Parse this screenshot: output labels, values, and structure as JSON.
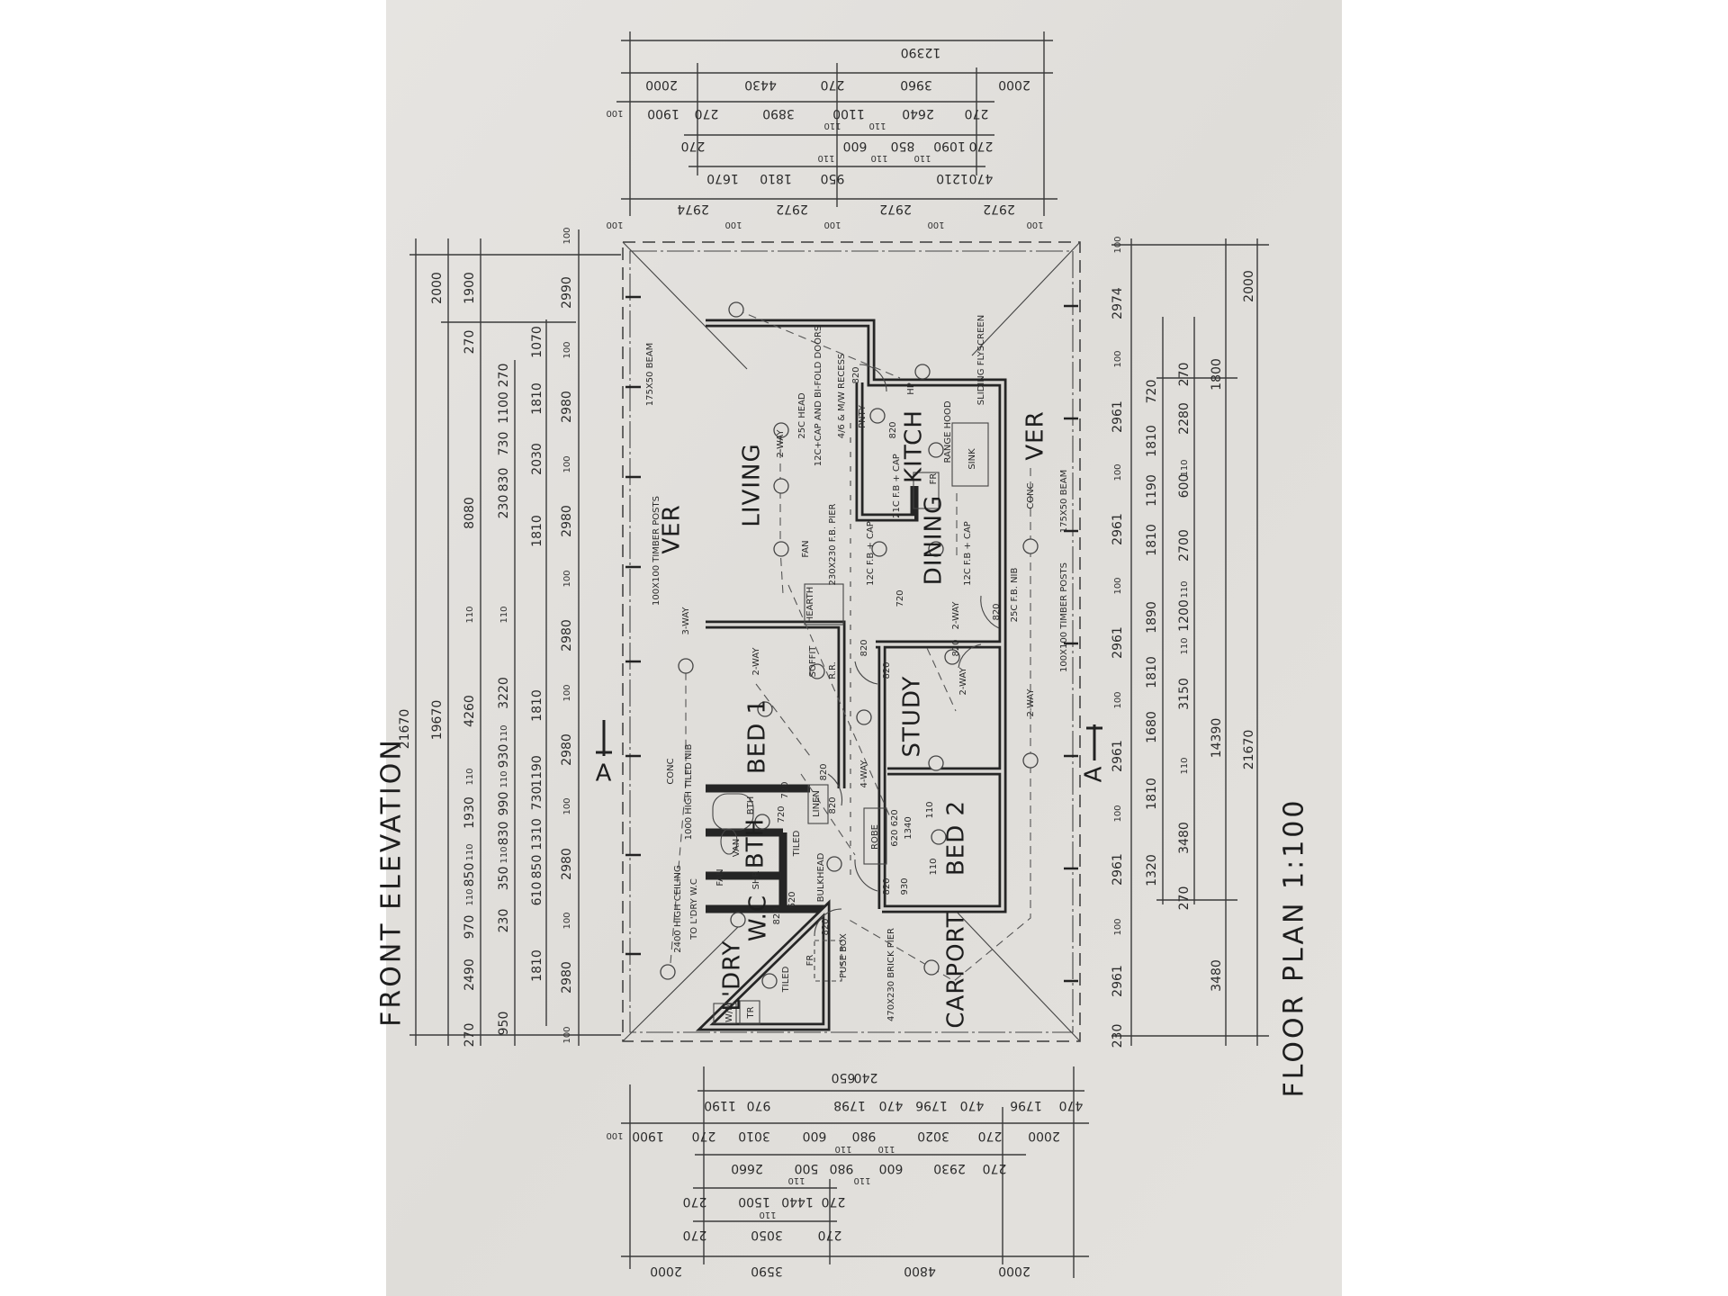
{
  "title": "FLOOR PLAN 1:100",
  "adjacent_title": "FRONT ELEVATION",
  "section_markers": {
    "left": "A",
    "right": "A"
  },
  "rooms": {
    "living": "LIVING",
    "bed1": "BED 1",
    "bed2": "BED 2",
    "study": "STUDY",
    "dining": "DINING",
    "kitchen": "KITCH",
    "bath": "BTH",
    "wc": "W.C",
    "laundry": "L'DRY",
    "carport": "CARPORT",
    "verandah_left": "VER",
    "verandah_right": "VER"
  },
  "notes": {
    "beam_left": "175X50 BEAM",
    "posts_left": "100X100 TIMBER POSTS",
    "beam_right": "175X50 BEAM",
    "posts_right": "100X100 TIMBER POSTS",
    "conc_left": "CONC",
    "conc_right": "CONC",
    "tiled_nib": "1000 HIGH TILED NIB",
    "ceiling_note": "2400 HIGH CEILING",
    "ceiling_note2": "TO L'DRY W.C",
    "three_way": "3-WAY",
    "two_way_living": "2-WAY",
    "two_way_bed1": "2-WAY",
    "two_way_dining": "2-WAY",
    "two_way_study": "2-WAY",
    "two_way_ver": "2-WAY",
    "four_way": "4-WAY",
    "head_note": "25C HEAD",
    "bifold_note": "12C+CAP AND BI-FOLD DOORS",
    "recess_note": "4/6 & M/W RECESS",
    "pantry": "PNTY",
    "hp": "HP",
    "range_hood": "RANGE HOOD",
    "sink": "SINK",
    "fridge": "FR",
    "flyscreen": "SLIDING FLYSCREEN",
    "fan_living": "FAN",
    "pier": "230X230 F.B. PIER",
    "fb_cap_1": "12C F.B + CAP",
    "fb_cap_2": "21C F.B + CAP",
    "fb_cap_3": "12C F.B + CAP",
    "fb_nib": "25C F.B. NIB",
    "hearth": "HEARTH",
    "soffit": "SOFFIT",
    "rr": "R.R.",
    "bth_tub": "BTH",
    "van": "VAN",
    "shr": "SHR",
    "fan_bath": "FAN",
    "tiled_1": "TILED",
    "tiled_2": "TILED",
    "linen": "LINEN",
    "bulkhead": "BULKHEAD",
    "robe": "ROBE",
    "fridge_ldry": "FR",
    "fuse_box": "FUSE BOX",
    "brick_pier": "470X230 BRICK PIER",
    "wm": "W/M",
    "tr": "TR",
    "d820_a": "820",
    "d820_b": "820",
    "d820_c": "820",
    "d820_d": "820",
    "d820_e": "820",
    "d820_f": "820",
    "d820_g": "820",
    "d820_h": "820",
    "d820_i": "820",
    "d820_j": "820",
    "d820_k": "820",
    "d720_a": "720",
    "d720_b": "720",
    "d720_c": "720",
    "d620_a": "620",
    "d620_b": "620 620",
    "robe_1340": "1340",
    "robe_930": "930",
    "robe_110a": "110",
    "robe_110b": "110"
  },
  "dimensions": {
    "top": [
      [
        "12390"
      ],
      [
        "2000",
        "4430",
        "270",
        "3960",
        "2000"
      ],
      [
        "100",
        "1900",
        "270",
        "3890",
        "1100",
        "2640",
        "270"
      ],
      [
        "110",
        "110"
      ],
      [
        "270",
        "600",
        "850",
        "1090",
        "270"
      ],
      [
        "110",
        "110",
        "110"
      ],
      [
        "1670",
        "1810",
        "950",
        "1210",
        "470"
      ],
      [
        "2974",
        "2972",
        "2972",
        "2972"
      ],
      [
        "100",
        "100",
        "100",
        "100",
        "100"
      ]
    ],
    "bottom": [
      [
        "650",
        "240"
      ],
      [
        "1190",
        "970",
        "1798",
        "470",
        "1796",
        "470",
        "1796",
        "470"
      ],
      [
        "100",
        "1900",
        "270",
        "3010",
        "600",
        "980",
        "3020",
        "270",
        "2000"
      ],
      [
        "110",
        "110"
      ],
      [
        "2660",
        "500",
        "980",
        "600",
        "2930",
        "270"
      ],
      [
        "110",
        "110"
      ],
      [
        "270",
        "1500",
        "1440",
        "270"
      ],
      [
        "110"
      ],
      [
        "270",
        "3050",
        "270"
      ],
      [
        "2000",
        "3590",
        "4800",
        "2000"
      ]
    ],
    "left": [
      [
        "21670"
      ],
      [
        "2000",
        "19670"
      ],
      [
        "1900",
        "270",
        "8080",
        "110",
        "4260",
        "110",
        "1930",
        "110",
        "850",
        "110",
        "970",
        "2490",
        "270"
      ],
      [
        "270",
        "1100",
        "730",
        "830",
        "230",
        "110",
        "3220",
        "110",
        "930",
        "110",
        "990",
        "830",
        "110",
        "350",
        "230",
        "950"
      ],
      [
        "1070",
        "1810",
        "2030",
        "1810",
        "1810",
        "1190",
        "730",
        "1310",
        "850",
        "610",
        "1810"
      ],
      [
        "100",
        "2990",
        "100",
        "2980",
        "100",
        "2980",
        "100",
        "2980",
        "100",
        "2980",
        "100",
        "2980",
        "100",
        "2980",
        "100"
      ]
    ],
    "right": [
      [
        "100",
        "2974",
        "100",
        "2961",
        "100",
        "2961",
        "100",
        "2961",
        "100",
        "2961",
        "100",
        "2961",
        "100",
        "2961",
        "230"
      ],
      [
        "720",
        "1810",
        "1190",
        "1810",
        "1890",
        "1810",
        "1680",
        "1810",
        "1320"
      ],
      [
        "270",
        "2280",
        "110",
        "600",
        "2700",
        "110",
        "1200",
        "110",
        "3150",
        "110",
        "3480",
        "270"
      ],
      [
        "1800",
        "14390",
        "3480"
      ],
      [
        "2000",
        "21670"
      ]
    ]
  },
  "colors": {
    "paper": "#e2e0dc",
    "ink": "#252525"
  }
}
